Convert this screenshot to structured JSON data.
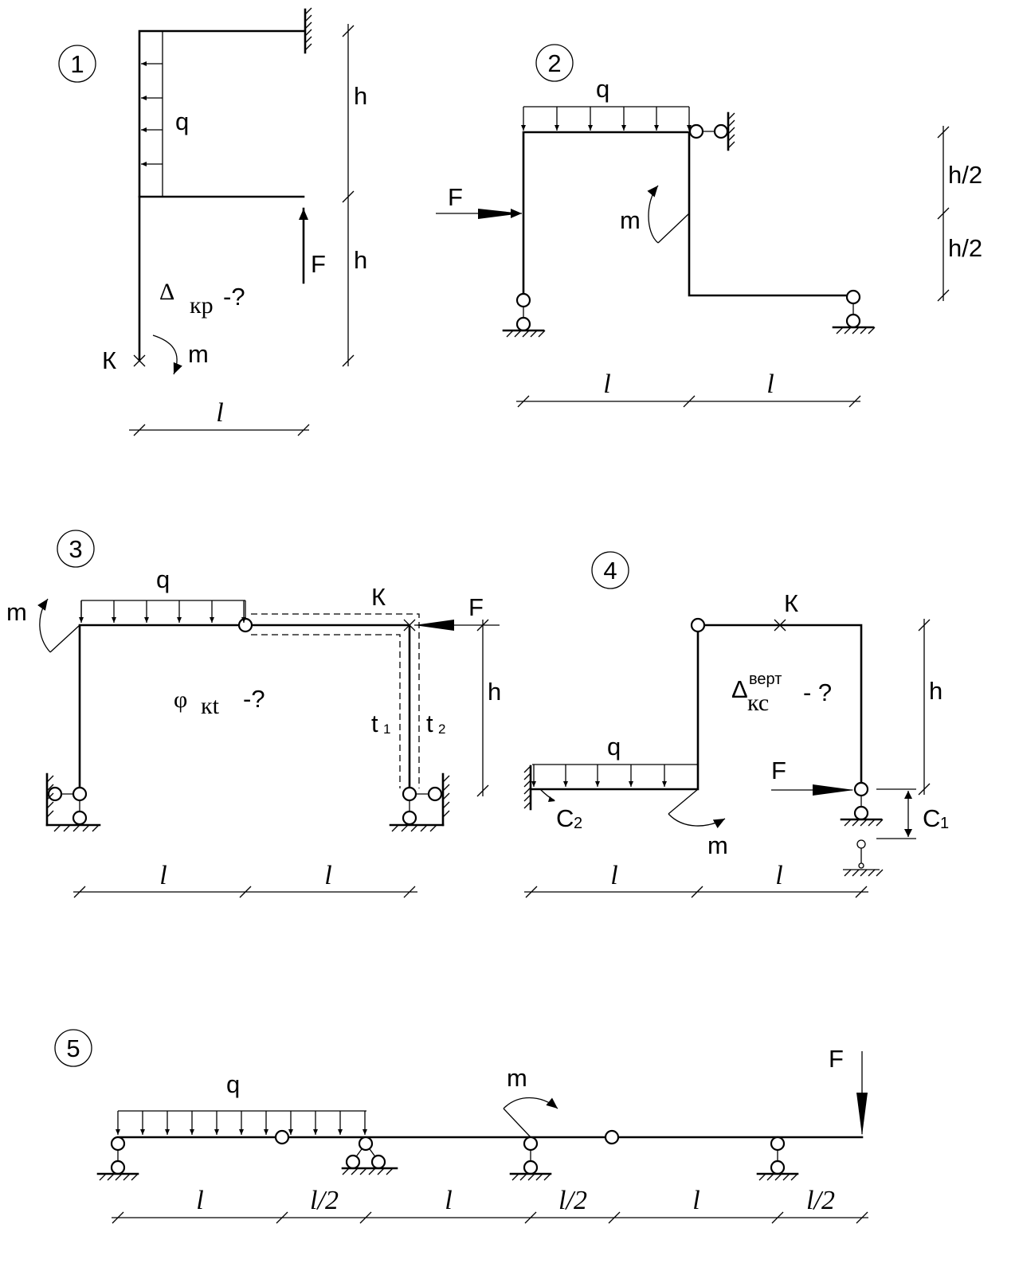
{
  "schemes": [
    {
      "number": "1",
      "labels": {
        "q": "q",
        "F": "F",
        "m": "m",
        "K": "К",
        "h1": "h",
        "h2": "h",
        "l": "l",
        "delta": "Δ",
        "delta_sub": "кр",
        "delta_tail": "-?"
      }
    },
    {
      "number": "2",
      "labels": {
        "q": "q",
        "F": "F",
        "m": "m",
        "l1": "l",
        "l2": "l",
        "h_half_1": "h/2",
        "h_half_2": "h/2"
      }
    },
    {
      "number": "3",
      "labels": {
        "q": "q",
        "F": "F",
        "m": "m",
        "K": "К",
        "h": "h",
        "l1": "l",
        "l2": "l",
        "phi": "φ",
        "phi_sub": "кt",
        "phi_tail": "-?",
        "t1": "t",
        "t1_sub": "1",
        "t2": "t",
        "t2_sub": "2"
      }
    },
    {
      "number": "4",
      "labels": {
        "q": "q",
        "F": "F",
        "m": "m",
        "K": "К",
        "h": "h",
        "l1": "l",
        "l2": "l",
        "delta": "Δ",
        "delta_sup": "верт",
        "delta_sub": "кс",
        "delta_tail": "- ?",
        "c1": "C",
        "c1_sub": "1",
        "c2": "C",
        "c2_sub": "2"
      }
    },
    {
      "number": "5",
      "labels": {
        "q": "q",
        "F": "F",
        "m": "m",
        "spans": [
          "l",
          "l/2",
          "l",
          "l/2",
          "l",
          "l/2"
        ]
      }
    }
  ]
}
